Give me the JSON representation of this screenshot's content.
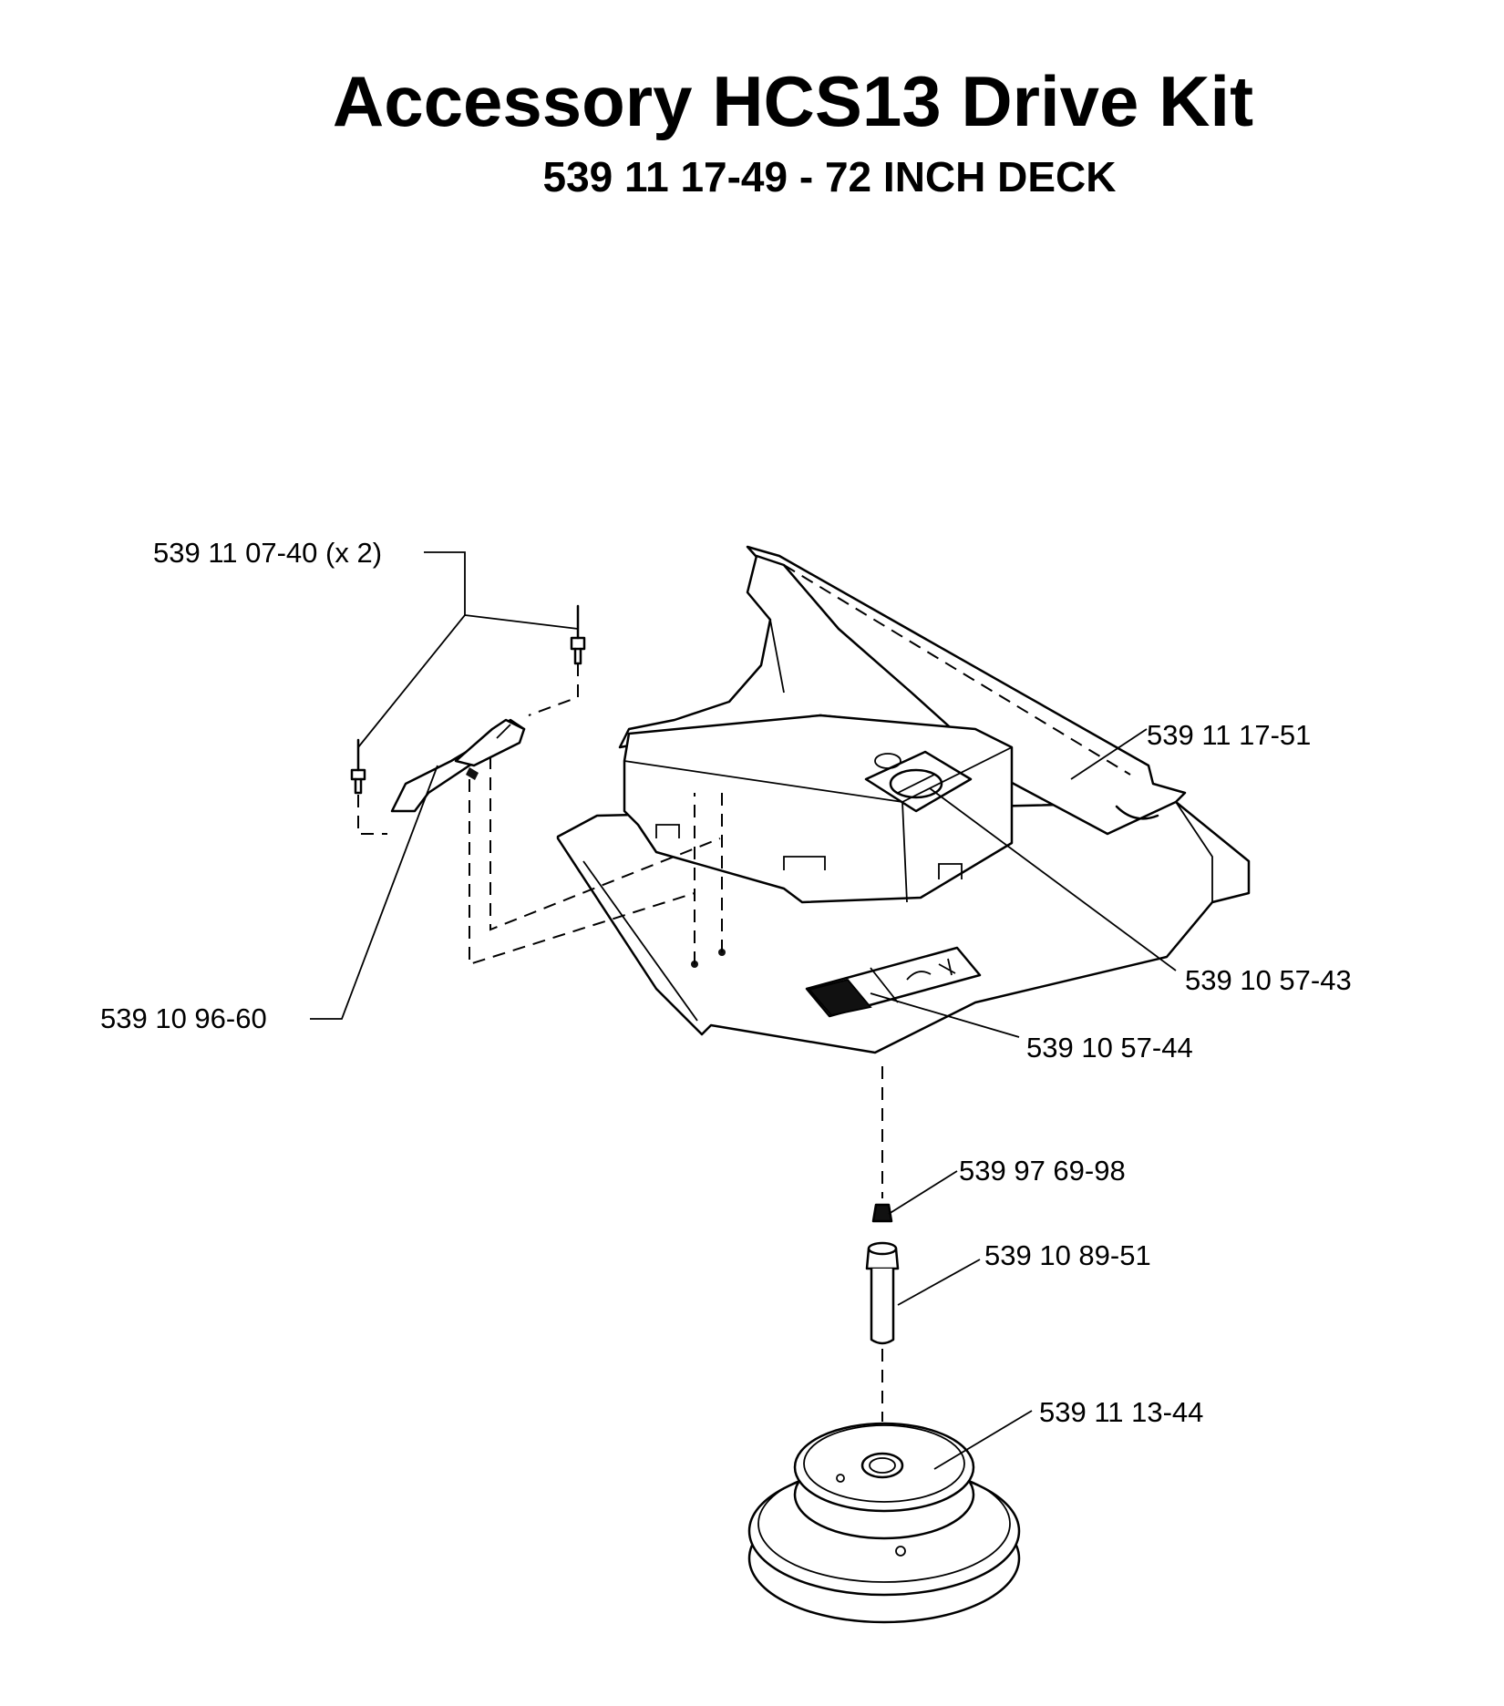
{
  "title": "Accessory HCS13 Drive Kit",
  "subtitle": "539 11 17-49 - 72 INCH DECK",
  "callouts": [
    {
      "id": "rivet",
      "label": "539 11 07-40 (x 2)"
    },
    {
      "id": "bracket",
      "label": "539 10 96-60"
    },
    {
      "id": "cover",
      "label": "539 11 17-51"
    },
    {
      "id": "decal-round",
      "label": "539 10 57-43"
    },
    {
      "id": "decal-rect",
      "label": "539 10 57-44"
    },
    {
      "id": "nut",
      "label": "539 97 69-98"
    },
    {
      "id": "bolt",
      "label": "539 10 89-51"
    },
    {
      "id": "pulley",
      "label": "539 11 13-44"
    }
  ]
}
